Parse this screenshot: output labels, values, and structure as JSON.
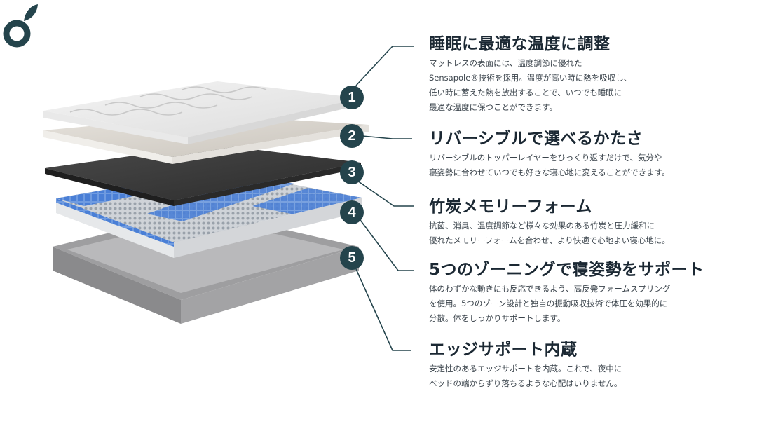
{
  "brand": {
    "logo_icon": "brand-o-leaf-logo",
    "accent": "#24444c"
  },
  "layers": [
    {
      "number": "1",
      "title": "睡眠に最適な温度に調整",
      "body": "マットレスの表面には、温度調節に優れた\nSensapole®技術を採用。温度が高い時に熱を吸収し、\n低い時に蓄えた熱を放出することで、いつでも睡眠に\n最適な温度に保つことができます。"
    },
    {
      "number": "2",
      "title": "リバーシブルで選べるかたさ",
      "body": "リバーシブルのトッパーレイヤーをひっくり返すだけで、気分や\n寝姿勢に合わせていつでも好きな寝心地に変えることができます。"
    },
    {
      "number": "3",
      "title": "竹炭メモリーフォーム",
      "body": "抗菌、消臭、温度調節など様々な効果のある竹炭と圧力緩和に\n優れたメモリーフォームを合わせ、より快適で心地よい寝心地に。"
    },
    {
      "number": "4",
      "title": "5つのゾーニングで寝姿勢をサポート",
      "body": "体のわずかな動きにも反応できるよう、高反発フォームスプリング\nを使用。5つのゾーン設計と独自の振動吸収技術で体圧を効果的に\n分散。体をしっかりサポートします。"
    },
    {
      "number": "5",
      "title": "エッジサポート内蔵",
      "body": "安定性のあるエッジサポートを内蔵。これで、夜中に\nベッドの端からずり落ちるような心配はいりません。"
    }
  ]
}
